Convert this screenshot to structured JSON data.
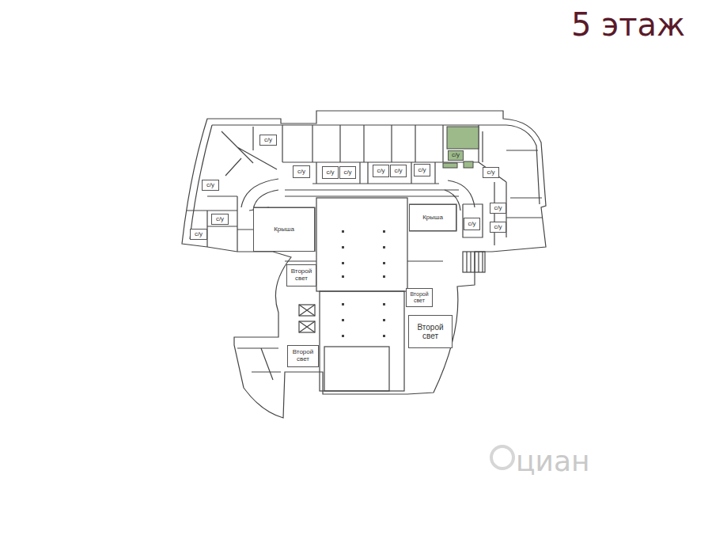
{
  "diagram": {
    "title": "5 этаж",
    "nodes": [
      {
        "text": [
          "с/у"
        ]
      },
      {
        "text": [
          "с/у"
        ]
      },
      {
        "text": [
          "с/у"
        ]
      },
      {
        "text": [
          "с/у"
        ]
      },
      {
        "text": [
          "с/у"
        ]
      },
      {
        "text": [
          "с/у"
        ]
      },
      {
        "text": [
          "с/у"
        ]
      },
      {
        "text": [
          "с/у"
        ]
      },
      {
        "text": [
          "с/у"
        ]
      },
      {
        "text": [
          "с/у"
        ]
      },
      {
        "text": [
          "с/у"
        ]
      },
      {
        "text": [
          "с/у"
        ]
      },
      {
        "text": [
          "с/у"
        ]
      },
      {
        "text": [
          "с/у"
        ]
      },
      {
        "text": [
          "с/у"
        ]
      },
      {
        "text": [
          "Крыша"
        ]
      },
      {
        "text": [
          "Крыша"
        ]
      },
      {
        "text": [
          "Второй свет"
        ]
      },
      {
        "text": [
          "Второй свет"
        ]
      },
      {
        "text": [
          "Второй свет"
        ]
      },
      {
        "text": [
          "Второй свет"
        ]
      }
    ],
    "labels": [
      "циан"
    ]
  }
}
